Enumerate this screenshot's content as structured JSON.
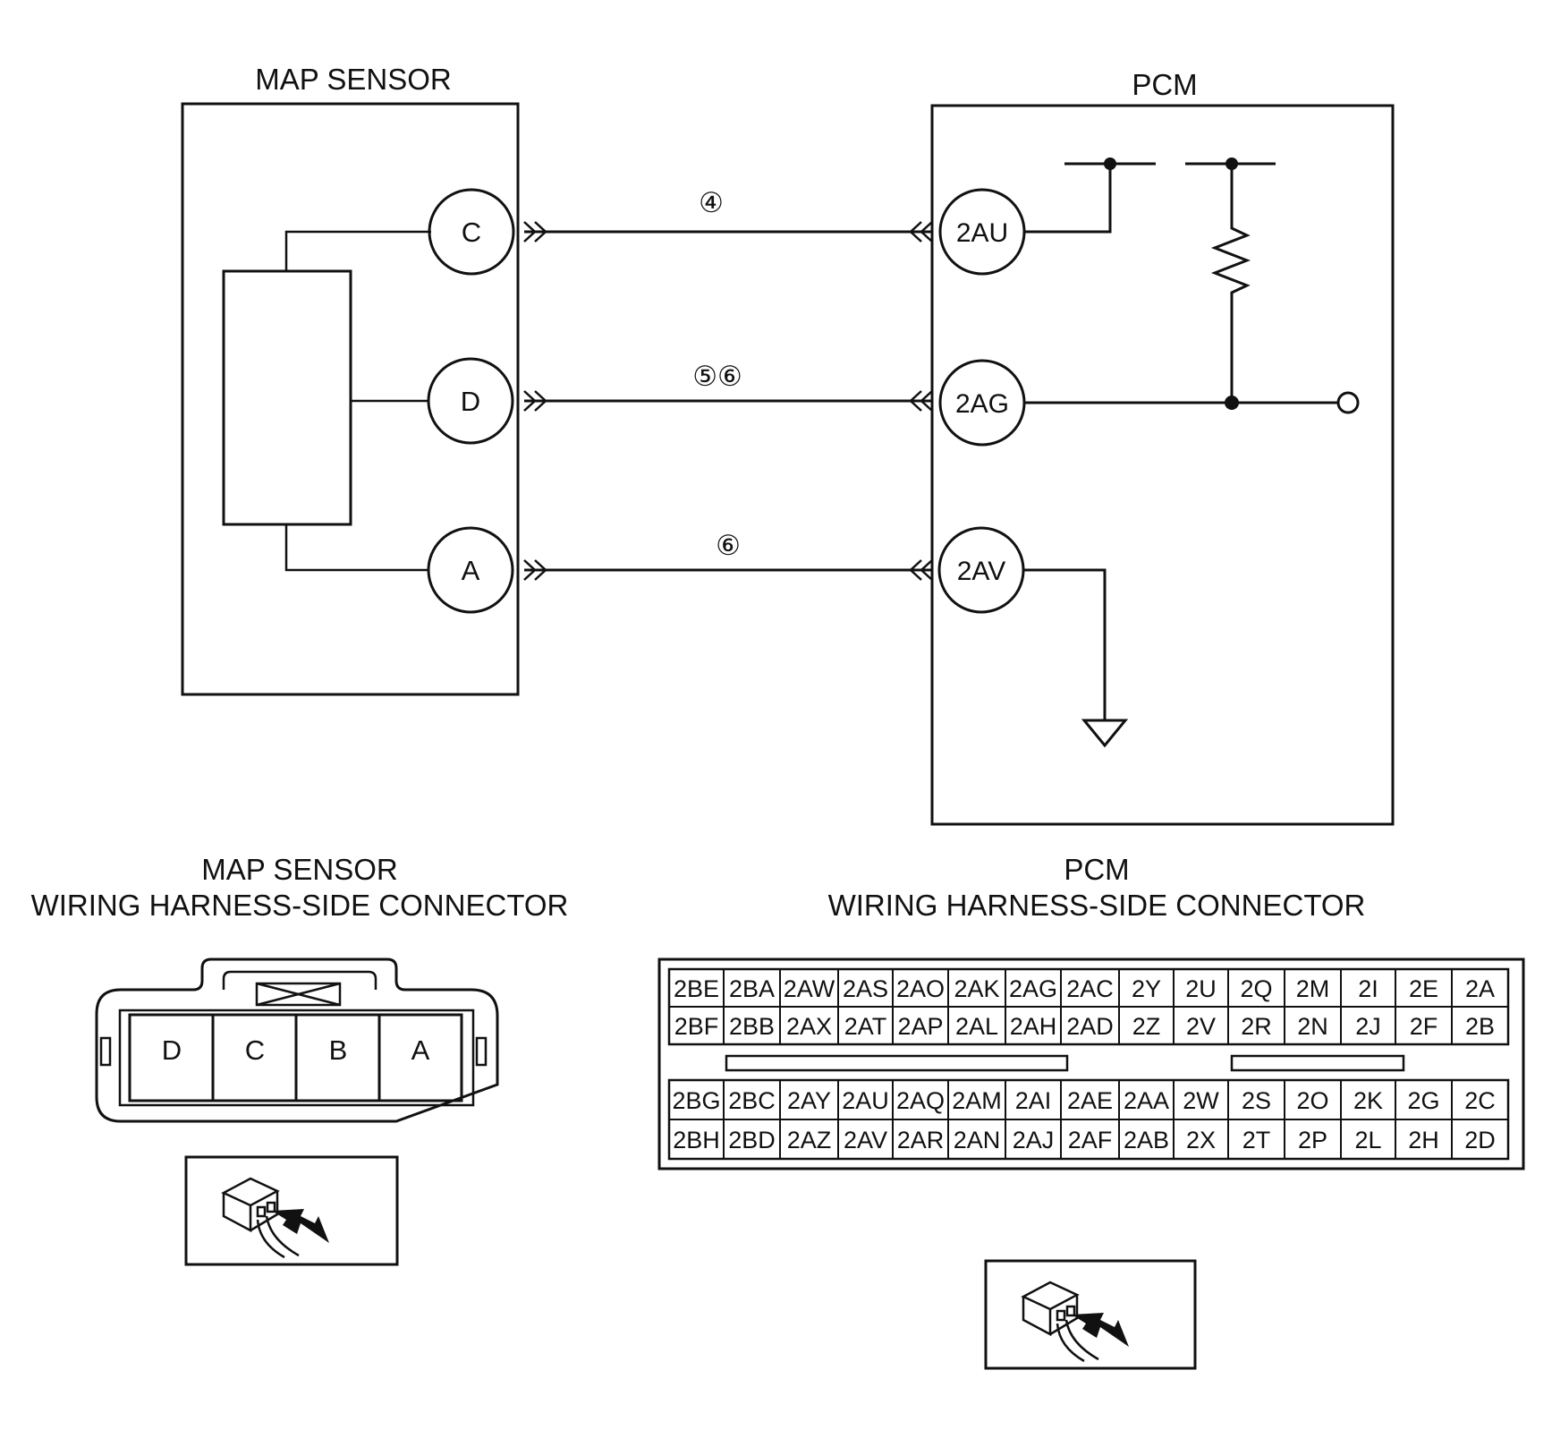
{
  "titles": {
    "map_sensor": "MAP SENSOR",
    "pcm": "PCM",
    "map_connector_line1": "MAP SENSOR",
    "map_connector_line2": "WIRING HARNESS-SIDE CONNECTOR",
    "pcm_connector_line1": "PCM",
    "pcm_connector_line2": "WIRING HARNESS-SIDE CONNECTOR"
  },
  "map_pins": [
    "C",
    "D",
    "A"
  ],
  "pcm_terminals": [
    "2AU",
    "2AG",
    "2AV"
  ],
  "wire_numbers": [
    "④",
    "⑤⑥",
    "⑥"
  ],
  "map_connector_cells": [
    "D",
    "C",
    "B",
    "A"
  ],
  "pcm_connector": {
    "upper_rows": [
      [
        "2BE",
        "2BA",
        "2AW",
        "2AS",
        "2AO",
        "2AK",
        "2AG",
        "2AC",
        "2Y",
        "2U",
        "2Q",
        "2M",
        "2I",
        "2E",
        "2A"
      ],
      [
        "2BF",
        "2BB",
        "2AX",
        "2AT",
        "2AP",
        "2AL",
        "2AH",
        "2AD",
        "2Z",
        "2V",
        "2R",
        "2N",
        "2J",
        "2F",
        "2B"
      ]
    ],
    "lower_rows": [
      [
        "2BG",
        "2BC",
        "2AY",
        "2AU",
        "2AQ",
        "2AM",
        "2AI",
        "2AE",
        "2AA",
        "2W",
        "2S",
        "2O",
        "2K",
        "2G",
        "2C"
      ],
      [
        "2BH",
        "2BD",
        "2AZ",
        "2AV",
        "2AR",
        "2AN",
        "2AJ",
        "2AF",
        "2AB",
        "2X",
        "2T",
        "2P",
        "2L",
        "2H",
        "2D"
      ]
    ]
  }
}
